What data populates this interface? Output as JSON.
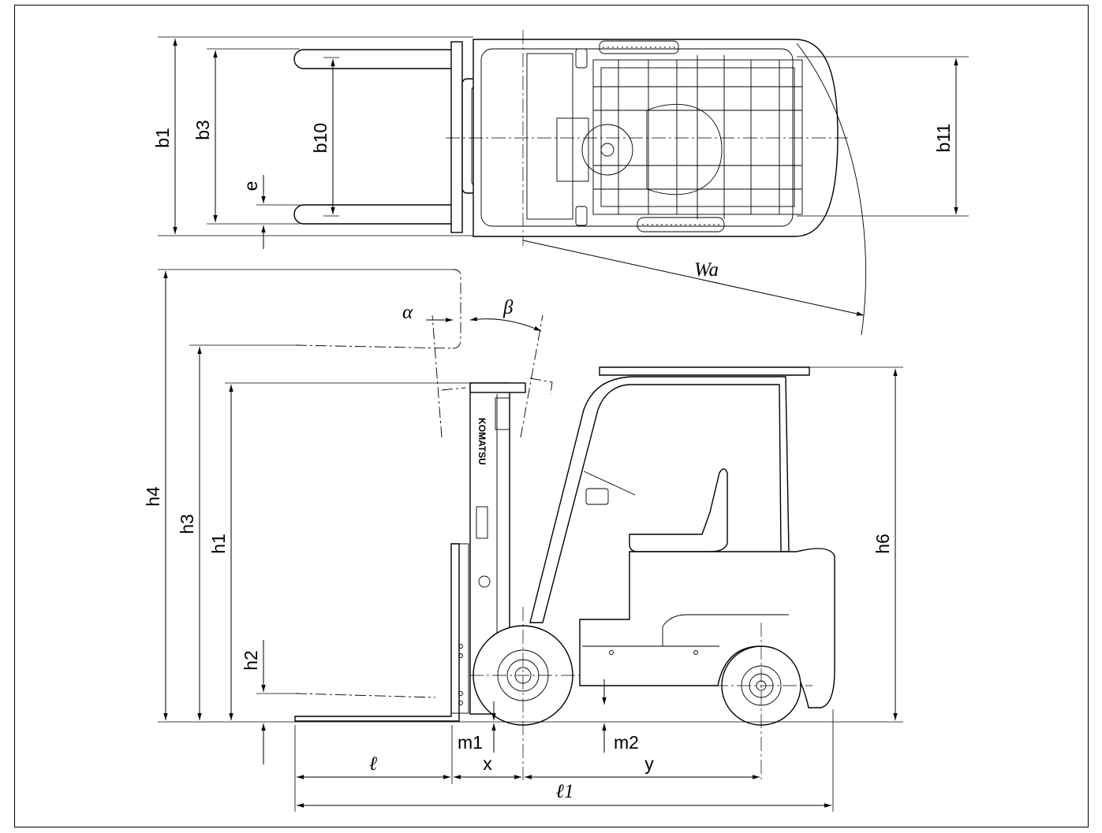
{
  "labels": {
    "b1": "b1",
    "b3": "b3",
    "b10": "b10",
    "b11": "b11",
    "e": "e",
    "wa": "Wa",
    "alpha": "α",
    "beta": "β",
    "h1": "h1",
    "h2": "h2",
    "h3": "h3",
    "h4": "h4",
    "h6": "h6",
    "m1": "m1",
    "m2": "m2",
    "l": "ℓ",
    "x": "x",
    "y": "y",
    "l1": "ℓ1"
  },
  "brand": "KOMATSU"
}
